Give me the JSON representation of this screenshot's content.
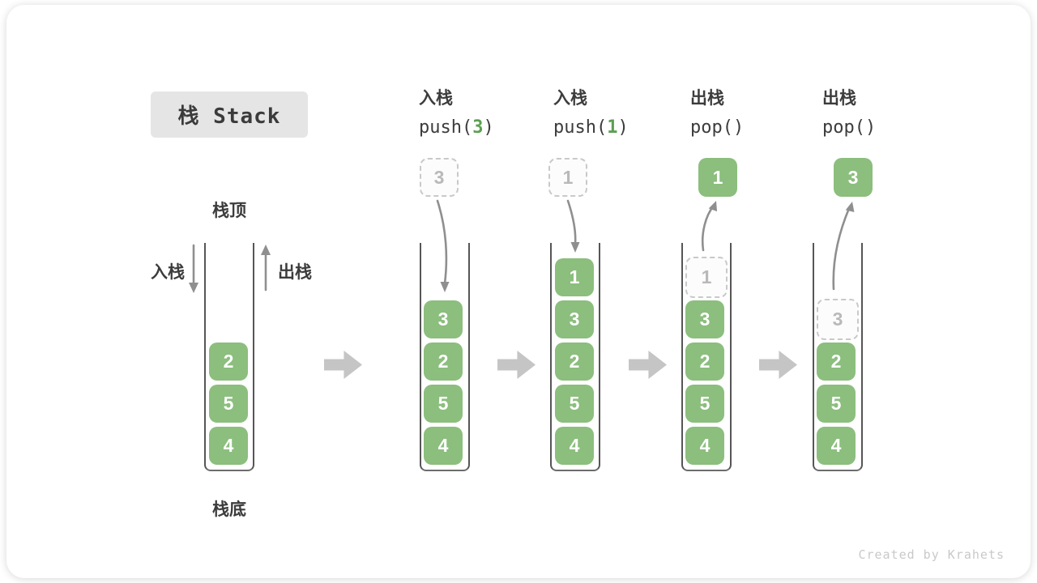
{
  "title": "栈 Stack",
  "watermark": "Created by Krahets",
  "labels": {
    "stack_top": "栈顶",
    "stack_bottom": "栈底",
    "push_side": "入栈",
    "pop_side": "出栈"
  },
  "colors": {
    "cell_green": "#8cbe7e",
    "code_arg_green": "#5ca052",
    "dark_text": "#3c3c3c",
    "curve_arrow_gray": "#8f8f8f",
    "block_arrow_gray": "#c5c5c5",
    "ghost_border": "#c9c9c9",
    "ghost_text": "#b9b9b9",
    "title_bg": "#e5e5e5"
  },
  "icons": {
    "block_arrow": "right-block-arrow",
    "push_arrow": "down-arrow",
    "pop_arrow": "up-arrow"
  },
  "stages": [
    {
      "name": "initial",
      "cells": [
        "2",
        "5",
        "4"
      ]
    },
    {
      "name": "push-3",
      "op_cn": "入栈",
      "code_prefix": "push(",
      "code_arg": "3",
      "code_suffix": ")",
      "floating": {
        "value": "3",
        "style": "ghost"
      },
      "cells": [
        "3",
        "2",
        "5",
        "4"
      ]
    },
    {
      "name": "push-1",
      "op_cn": "入栈",
      "code_prefix": "push(",
      "code_arg": "1",
      "code_suffix": ")",
      "floating": {
        "value": "1",
        "style": "ghost"
      },
      "cells": [
        "1",
        "3",
        "2",
        "5",
        "4"
      ]
    },
    {
      "name": "pop-1",
      "op_cn": "出栈",
      "code_prefix": "pop(",
      "code_arg": "",
      "code_suffix": ")",
      "floating": {
        "value": "1",
        "style": "solid"
      },
      "ghost_cell": "1",
      "cells": [
        "3",
        "2",
        "5",
        "4"
      ]
    },
    {
      "name": "pop-3",
      "op_cn": "出栈",
      "code_prefix": "pop(",
      "code_arg": "",
      "code_suffix": ")",
      "floating": {
        "value": "3",
        "style": "solid"
      },
      "ghost_cell": "3",
      "cells": [
        "2",
        "5",
        "4"
      ]
    }
  ]
}
